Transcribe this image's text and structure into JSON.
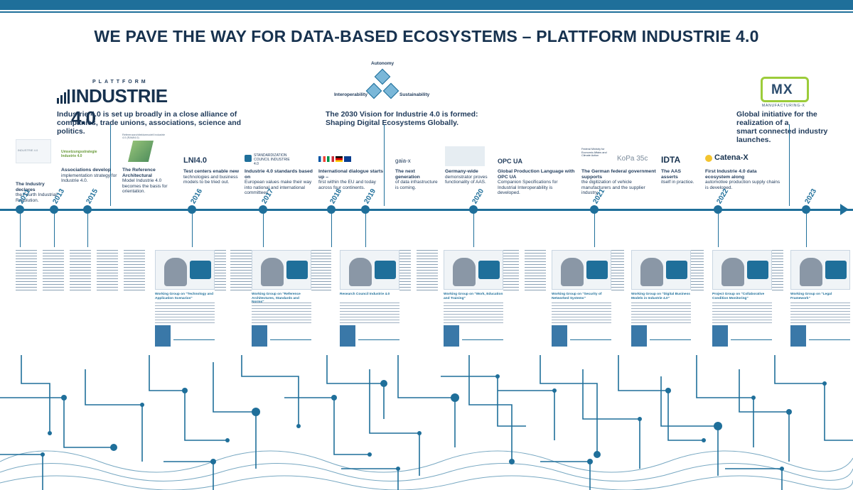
{
  "title": "WE PAVE THE WAY FOR DATA-BASED ECOSYSTEMS – PLATTFORM INDUSTRIE 4.0",
  "logo": {
    "small": "PLATTFORM",
    "big": "INDUSTRIE 4.0"
  },
  "vision_logo": {
    "top": "Autonomy",
    "left": "Interoperability",
    "right": "Sustainability"
  },
  "mx_logo": {
    "letters": "MX",
    "sub": "MANUFACTURING-X"
  },
  "callouts": [
    {
      "text": "Industrie 4.0 is set up broadly in a close alliance of",
      "text2": "companies, trade unions, associations, science and politics."
    },
    {
      "text": "The 2030 Vision for Industrie 4.0 is formed:",
      "text2": "Shaping Digital Ecosystems Globally."
    },
    {
      "text": "Global initiative for the realization of a",
      "text2": "smart connected industry launches."
    }
  ],
  "milestones": [
    {
      "title": "The Industry declares",
      "text": "the Fourth Industrial Revolution."
    },
    {
      "title": "Associations develop",
      "text": "implementation strategy for Industrie 4.0."
    },
    {
      "title": "The Reference Architectural",
      "text": "Model Industrie 4.0 becomes the basis for orientation."
    },
    {
      "title": "Test centers enable new",
      "text": "technologies and business models to be tried out."
    },
    {
      "title": "Industrie 4.0 standards based on",
      "text": "European values make their way into national and international committees."
    },
    {
      "title": "International dialogue starts up –",
      "text": "first within the EU and today across four continents."
    },
    {
      "title": "The next generation",
      "text": "of data infrastructure is coming."
    },
    {
      "title": "Germany-wide",
      "text": "demonstrator proves functionality of AAS."
    },
    {
      "title": "Global Production Language with OPC UA",
      "text": "Companion Specifications for Industrial Interoperability is developed."
    },
    {
      "title": "The German federal government supports",
      "text": "the digitization of vehicle manufacturers and the supplier industry."
    },
    {
      "title": "The AAS asserts",
      "text": "itself in practice."
    },
    {
      "title": "First Industrie 4.0 data ecosystem along",
      "text": "automotive production supply chains is developed."
    }
  ],
  "logos": {
    "lni": "LNI4.0",
    "sci": "STANDARDIZATION COUNCIL INDUSTRIE 4.0",
    "gaiax": "gaia-x",
    "opcua": "OPC UA",
    "kopa": "KoPa 35c",
    "idta": "IDTA",
    "catenax": "Catena-X",
    "ref": "Referenzarchitekturmodell Industrie 4.0 (RAMI4.0)",
    "verband": "Umsetzungsstrategie Industrie 4.0",
    "strat": "INDUSTRIE 4.0",
    "bmwk": "Federal Ministry for Economic Affairs and Climate Action"
  },
  "years": [
    "2011",
    "2013",
    "2015",
    "2016",
    "2017",
    "2018",
    "2019",
    "2020",
    "2021",
    "2022",
    "2023"
  ],
  "cards": [
    {
      "title": "Working Group on \"Technology and Application Scenarios\""
    },
    {
      "title": "Working Group on \"Reference Architectures, Standards and Norms\""
    },
    {
      "title": "Research Council Industrie 4.0"
    },
    {
      "title": "Working Group on \"Work, Education and Training\""
    },
    {
      "title": "Working Group on \"Security of Networked Systems\""
    },
    {
      "title": "Working Group on \"Digital Business Models in Industrie 4.0\""
    },
    {
      "title": "Project Group on \"Collaborative Condition Monitoring\""
    },
    {
      "title": "Working Group on \"Legal Framework\""
    }
  ],
  "colors": {
    "primary": "#1f6f9a",
    "dark": "#17324f",
    "accent": "#9ccc3a"
  }
}
